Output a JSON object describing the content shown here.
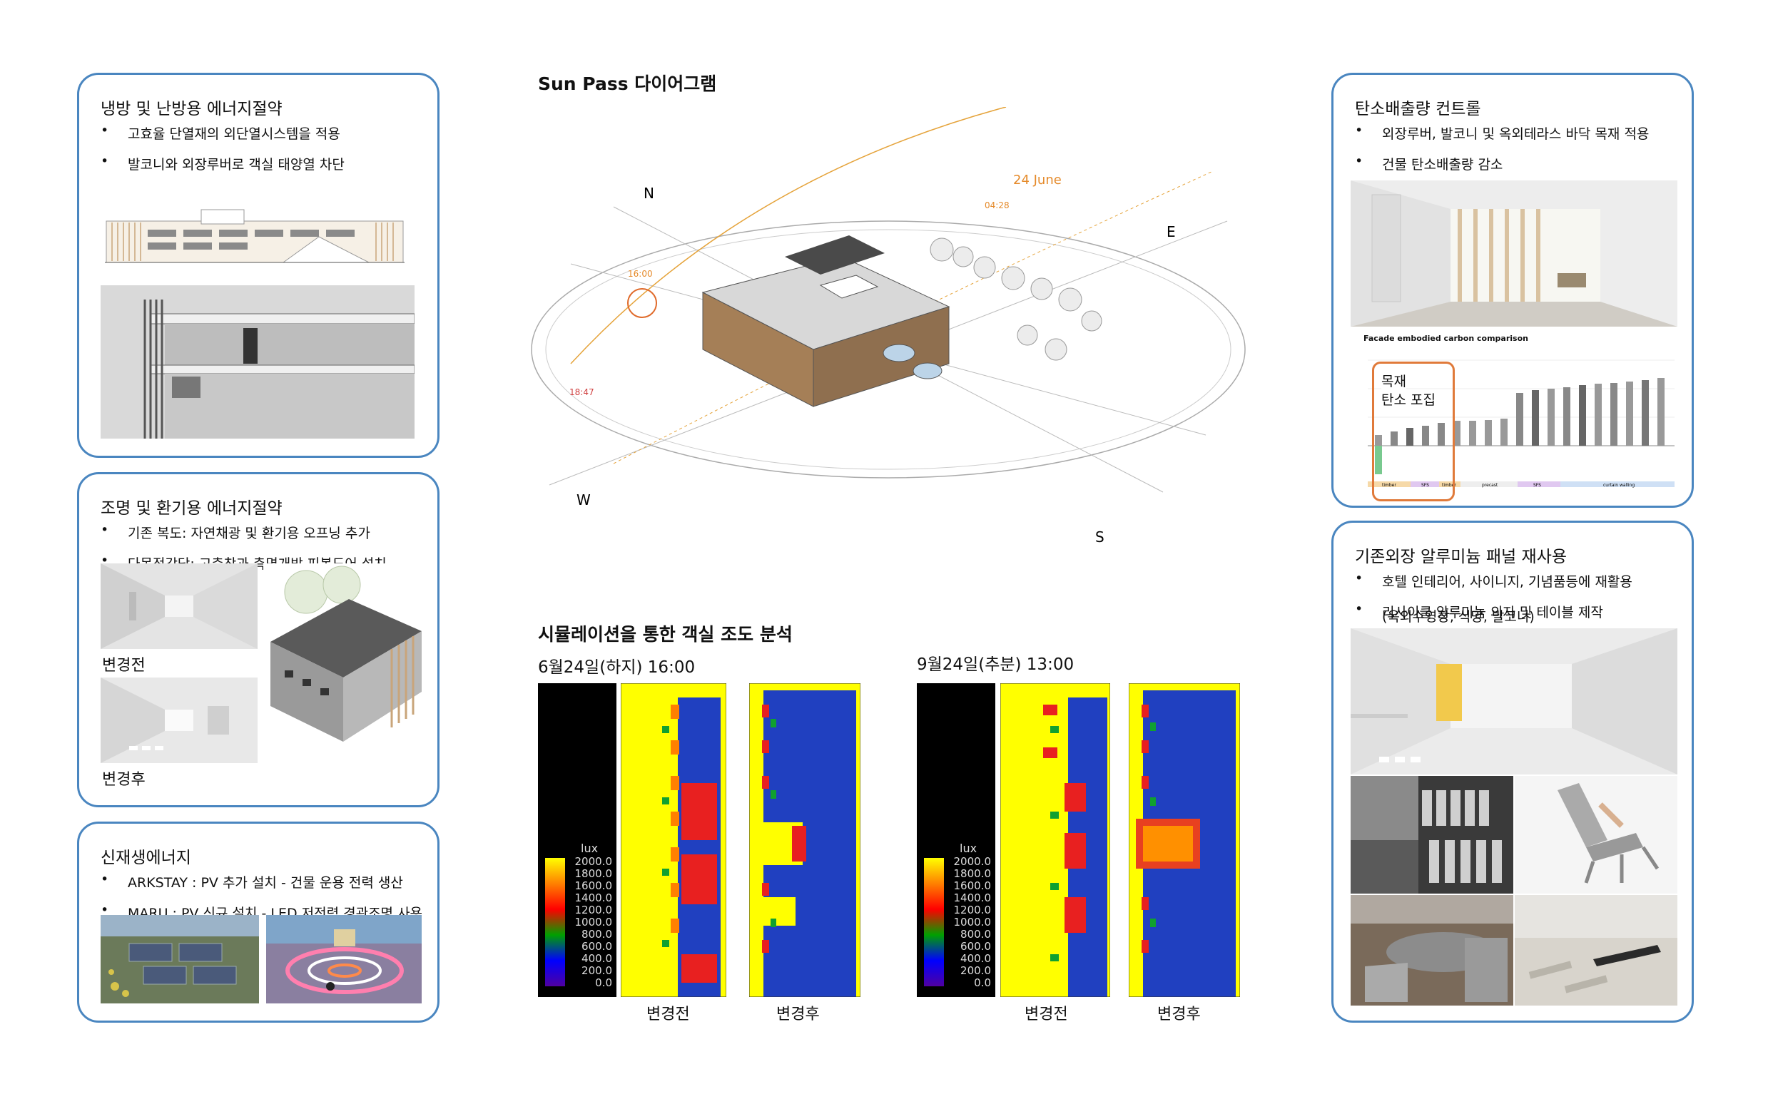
{
  "panels": {
    "cooling": {
      "title": "냉방 및 난방용 에너지절약",
      "bullets": [
        "고효율 단열재의 외단열시스템을 적용",
        "발코니와 외장루버로 객실 태양열 차단"
      ]
    },
    "lighting": {
      "title": "조명 및 환기용 에너지절약",
      "bullets": [
        "기존 복도: 자연채광 및 환기용 오프닝 추가",
        "다목적강당:  고측창과 측면개방 피봇도어 설치"
      ],
      "before": "변경전",
      "after": "변경후"
    },
    "renewable": {
      "title": "신재생에너지",
      "bullets": [
        "ARKSTAY : PV 추가 설치 - 건물 운용 전력 생산",
        "MARU : PV 신규 설치 - LED 저전력 경관조명 사용"
      ]
    },
    "carbon": {
      "title": "탄소배출량 컨트롤",
      "bullets": [
        "외장루버, 발코니 및 옥외테라스 바닥 목재 적용",
        "건물 탄소배출량 감소"
      ],
      "chart_title": "Facade embodied carbon comparison",
      "callout_line1": "목재",
      "callout_line2": "탄소 포집",
      "groups": [
        "timber",
        "SFS",
        "timber",
        "precast",
        "SFS",
        "curtain walling"
      ]
    },
    "aluminum": {
      "title": "기존외장 알루미늄 패널 재사용",
      "bullets": [
        "호텔 인테리어, 사이니지, 기념품등에 재활용",
        "리사이클 알루미늄 의자 및 테이블 제작"
      ],
      "note": "(옥외수영장, 식당, 발코니)"
    }
  },
  "sunpath": {
    "title": "Sun Pass 다이어그램",
    "north": "N",
    "east": "E",
    "south": "S",
    "west": "W",
    "date": "24 June",
    "time_sunrise": "04:28",
    "time_afternoon": "16:00",
    "time_sunset": "18:47"
  },
  "simulation": {
    "title": "시뮬레이션을 통한 객실 조도 분석",
    "case1_label": "6월24일(하지) 16:00",
    "case2_label": "9월24일(추분) 13:00",
    "before": "변경전",
    "after": "변경후",
    "legend_unit": "lux",
    "legend_values": [
      "2000.0",
      "1800.0",
      "1600.0",
      "1400.0",
      "1200.0",
      "1000.0",
      "800.0",
      "600.0",
      "400.0",
      "200.0",
      "0.0"
    ]
  }
}
